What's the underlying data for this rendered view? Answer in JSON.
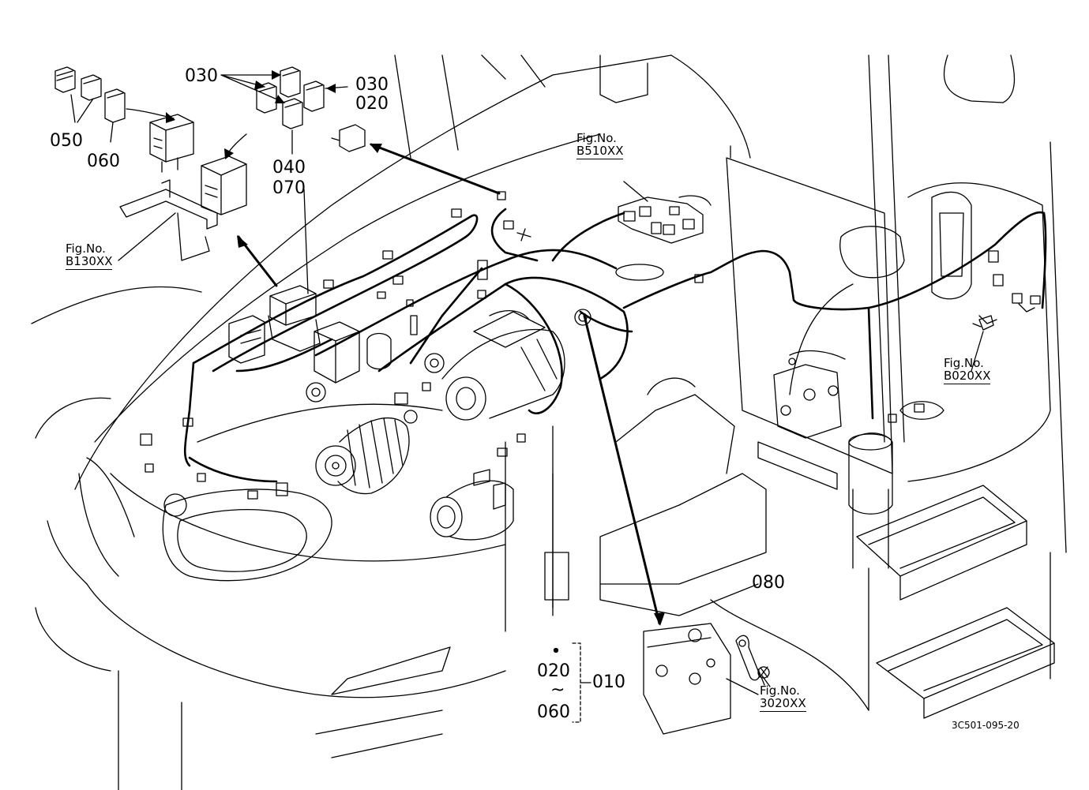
{
  "callouts": {
    "c050": "050",
    "c060": "060",
    "c030_left": "030",
    "c030_right": "030",
    "c020_top": "020",
    "c040": "040",
    "c070": "070",
    "c080": "080",
    "c020_range": "020",
    "tilde": "~",
    "c060_range": "060",
    "c010": "010"
  },
  "figure_refs": {
    "b510": {
      "caption": "Fig.No.",
      "ref": "B510XX"
    },
    "b130": {
      "caption": "Fig.No.",
      "ref": "B130XX"
    },
    "b020": {
      "caption": "Fig.No.",
      "ref": "B020XX"
    },
    "f3020": {
      "caption": "Fig.No.",
      "ref": "3020XX"
    }
  },
  "drawing_number": "3C501-095-20"
}
